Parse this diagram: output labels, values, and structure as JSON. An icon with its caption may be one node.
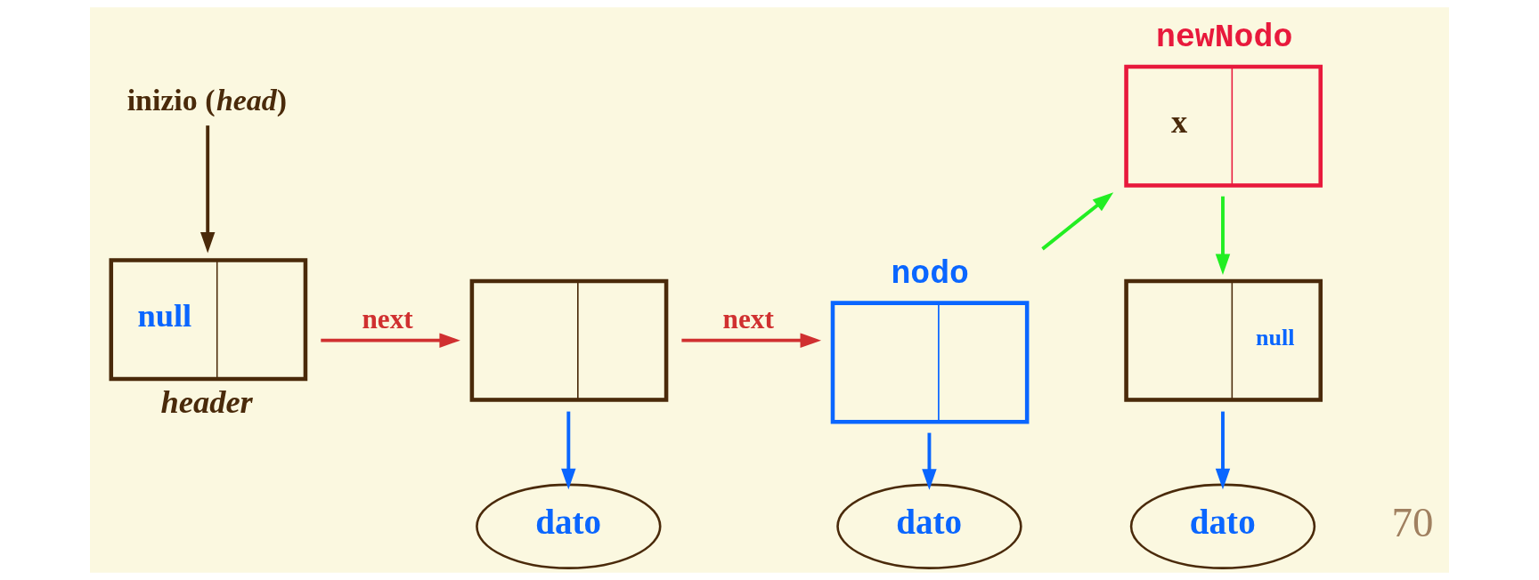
{
  "diagram": {
    "nodes": [
      {
        "text": [
          "inizio (*head*)"
        ]
      },
      {
        "text": [
          "null"
        ],
        "beside": [
          "header"
        ]
      },
      {
        "text": [],
        "shape": "box"
      },
      {
        "text": [],
        "shape": "box",
        "beside": [
          "nodo"
        ]
      },
      {
        "text": [
          "x"
        ],
        "beside": [
          "newNodo"
        ]
      },
      {
        "text": [
          "null"
        ]
      },
      {
        "text": [
          "dato"
        ]
      },
      {
        "text": [
          "dato"
        ]
      },
      {
        "text": [
          "dato"
        ]
      }
    ],
    "edges": [
      {
        "from": 0,
        "to": 1,
        "arrow": "to",
        "color": "#4a2a0a"
      },
      {
        "from": 1,
        "to": 2,
        "arrow": "to",
        "label": "next",
        "color": "#d03030"
      },
      {
        "from": 2,
        "to": 3,
        "arrow": "to",
        "label": "next",
        "color": "#d03030"
      },
      {
        "from": 3,
        "to": 4,
        "arrow": "to",
        "color": "#22ee22"
      },
      {
        "from": 4,
        "to": 5,
        "arrow": "to",
        "color": "#22ee22"
      },
      {
        "from": 2,
        "to": 6,
        "arrow": "to",
        "color": "#0a66ff"
      },
      {
        "from": 3,
        "to": 7,
        "arrow": "to",
        "color": "#0a66ff"
      },
      {
        "from": 5,
        "to": 8,
        "arrow": "to",
        "color": "#0a66ff"
      }
    ],
    "labels": [
      "70"
    ]
  }
}
